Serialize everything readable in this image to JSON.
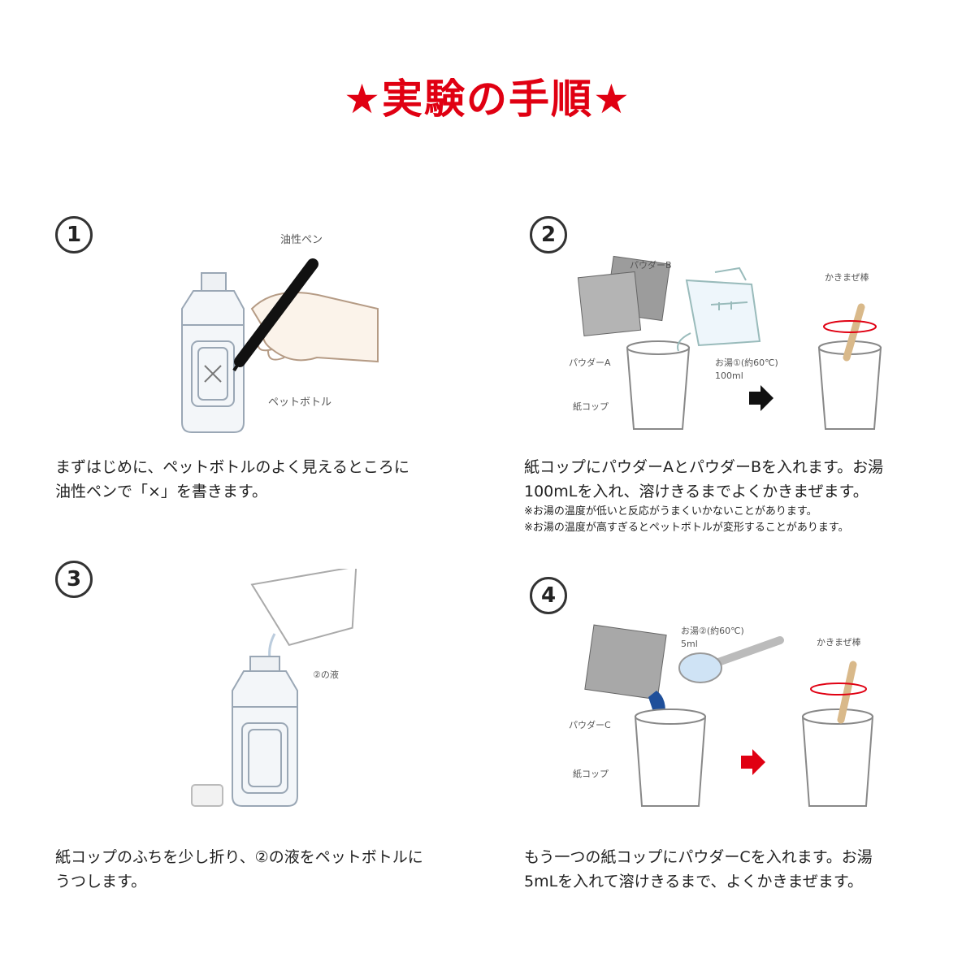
{
  "title": "★実験の手順★",
  "steps": [
    {
      "number": "1",
      "labels": {
        "pen": "油性ペン",
        "bottle": "ペットボトル"
      },
      "description_lines": [
        "まずはじめに、ペットボトルのよく見えるところに",
        "油性ペンで「×」を書きます。"
      ]
    },
    {
      "number": "2",
      "labels": {
        "powder_b": "パウダーB",
        "powder_a": "パウダーA",
        "hot_water": "お湯①(約60℃)",
        "amount": "100ml",
        "cup": "紙コップ",
        "stirrer": "かきまぜ棒"
      },
      "description_lines": [
        "紙コップにパウダーAとパウダーBを入れます。お湯",
        "100mLを入れ、溶けきるまでよくかきまぜます。"
      ],
      "notes": [
        "※お湯の温度が低いと反応がうまくいかないことがあります。",
        "※お湯の温度が高すぎるとペットボトルが変形することがあります。"
      ]
    },
    {
      "number": "3",
      "labels": {
        "liquid": "②の液"
      },
      "description_lines": [
        "紙コップのふちを少し折り、②の液をペットボトルに",
        "うつします。"
      ]
    },
    {
      "number": "4",
      "labels": {
        "hot_water": "お湯②(約60℃)",
        "amount": "5ml",
        "powder_c": "パウダーC",
        "cup": "紙コップ",
        "stirrer": "かきまぜ棒"
      },
      "description_lines": [
        "もう一つの紙コップにパウダーCを入れます。お湯",
        "5mLを入れて溶けきるまで、よくかきまぜます。"
      ]
    }
  ],
  "colors": {
    "title_red": "#e00012",
    "arrow_black": "#111111",
    "arrow_red": "#e00012",
    "stick": "#d9b98a",
    "blue_liquid": "#1f4f9a",
    "spoon_liquid": "#cfe3f5"
  },
  "icons": [
    "oil-pen-icon",
    "pet-bottle-icon",
    "powder-packet-icon",
    "measuring-cup-icon",
    "paper-cup-icon",
    "stir-stick-icon",
    "arrow-right-icon",
    "spoon-icon"
  ]
}
